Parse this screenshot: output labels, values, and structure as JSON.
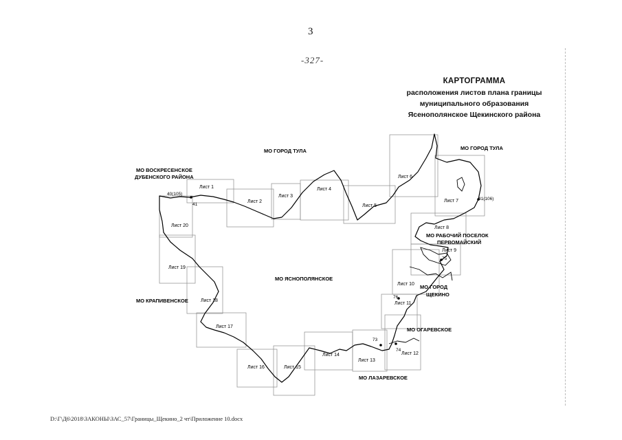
{
  "page_number": "3",
  "handwritten_number": "-327-",
  "title": {
    "main": "КАРТОГРАММА",
    "line1": "расположения листов плана границы",
    "line2": "муниципального образования",
    "line3": "Ясенополянское Щекинского района"
  },
  "regions": {
    "tula_center": "МО ГОРОД ТУЛА",
    "tula_right": "МО ГОРОД ТУЛА",
    "voskresenskoe_1": "МО ВОСКРЕСЕНСКОЕ",
    "voskresenskoe_2": "ДУБЕНСКОГО РАЙОНА",
    "main": "МО ЯСНОПОЛЯНСКОЕ",
    "krapivenskoe": "МО КРАПИВЕНСКОЕ",
    "pervomaysky_1": "МО РАБОЧИЙ ПОСЕЛОК",
    "pervomaysky_2": "ПЕРВОМАЙСКИЙ",
    "shchekino_1": "МО ГОРОД",
    "shchekino_2": "ЩЕКИНО",
    "ogarevskoe": "МО ОГАРЕВСКОЕ",
    "lazarevskoe": "МО ЛАЗАРЕВСКОЕ"
  },
  "sheets": [
    "Лист 1",
    "Лист 2",
    "Лист 3",
    "Лист 4",
    "Лист 5",
    "Лист 6",
    "Лист 7",
    "Лист 8",
    "Лист 9",
    "Лист 10",
    "Лист 11",
    "Лист 12",
    "Лист 13",
    "Лист 14",
    "Лист 15",
    "Лист 16",
    "Лист 17",
    "Лист 18",
    "Лист 19",
    "Лист 20"
  ],
  "points": {
    "p40": "40(105)",
    "p41": "41",
    "p41b": "41(106)",
    "p73": "73",
    "p74": "74",
    "p75": "75",
    "p76": "76"
  },
  "footer": "D:\\Г\\Д6\\2018\\ЗАКОНЫ\\ЗАС_57\\Границы_Щекино_2 чт\\Приложение 10.docx"
}
